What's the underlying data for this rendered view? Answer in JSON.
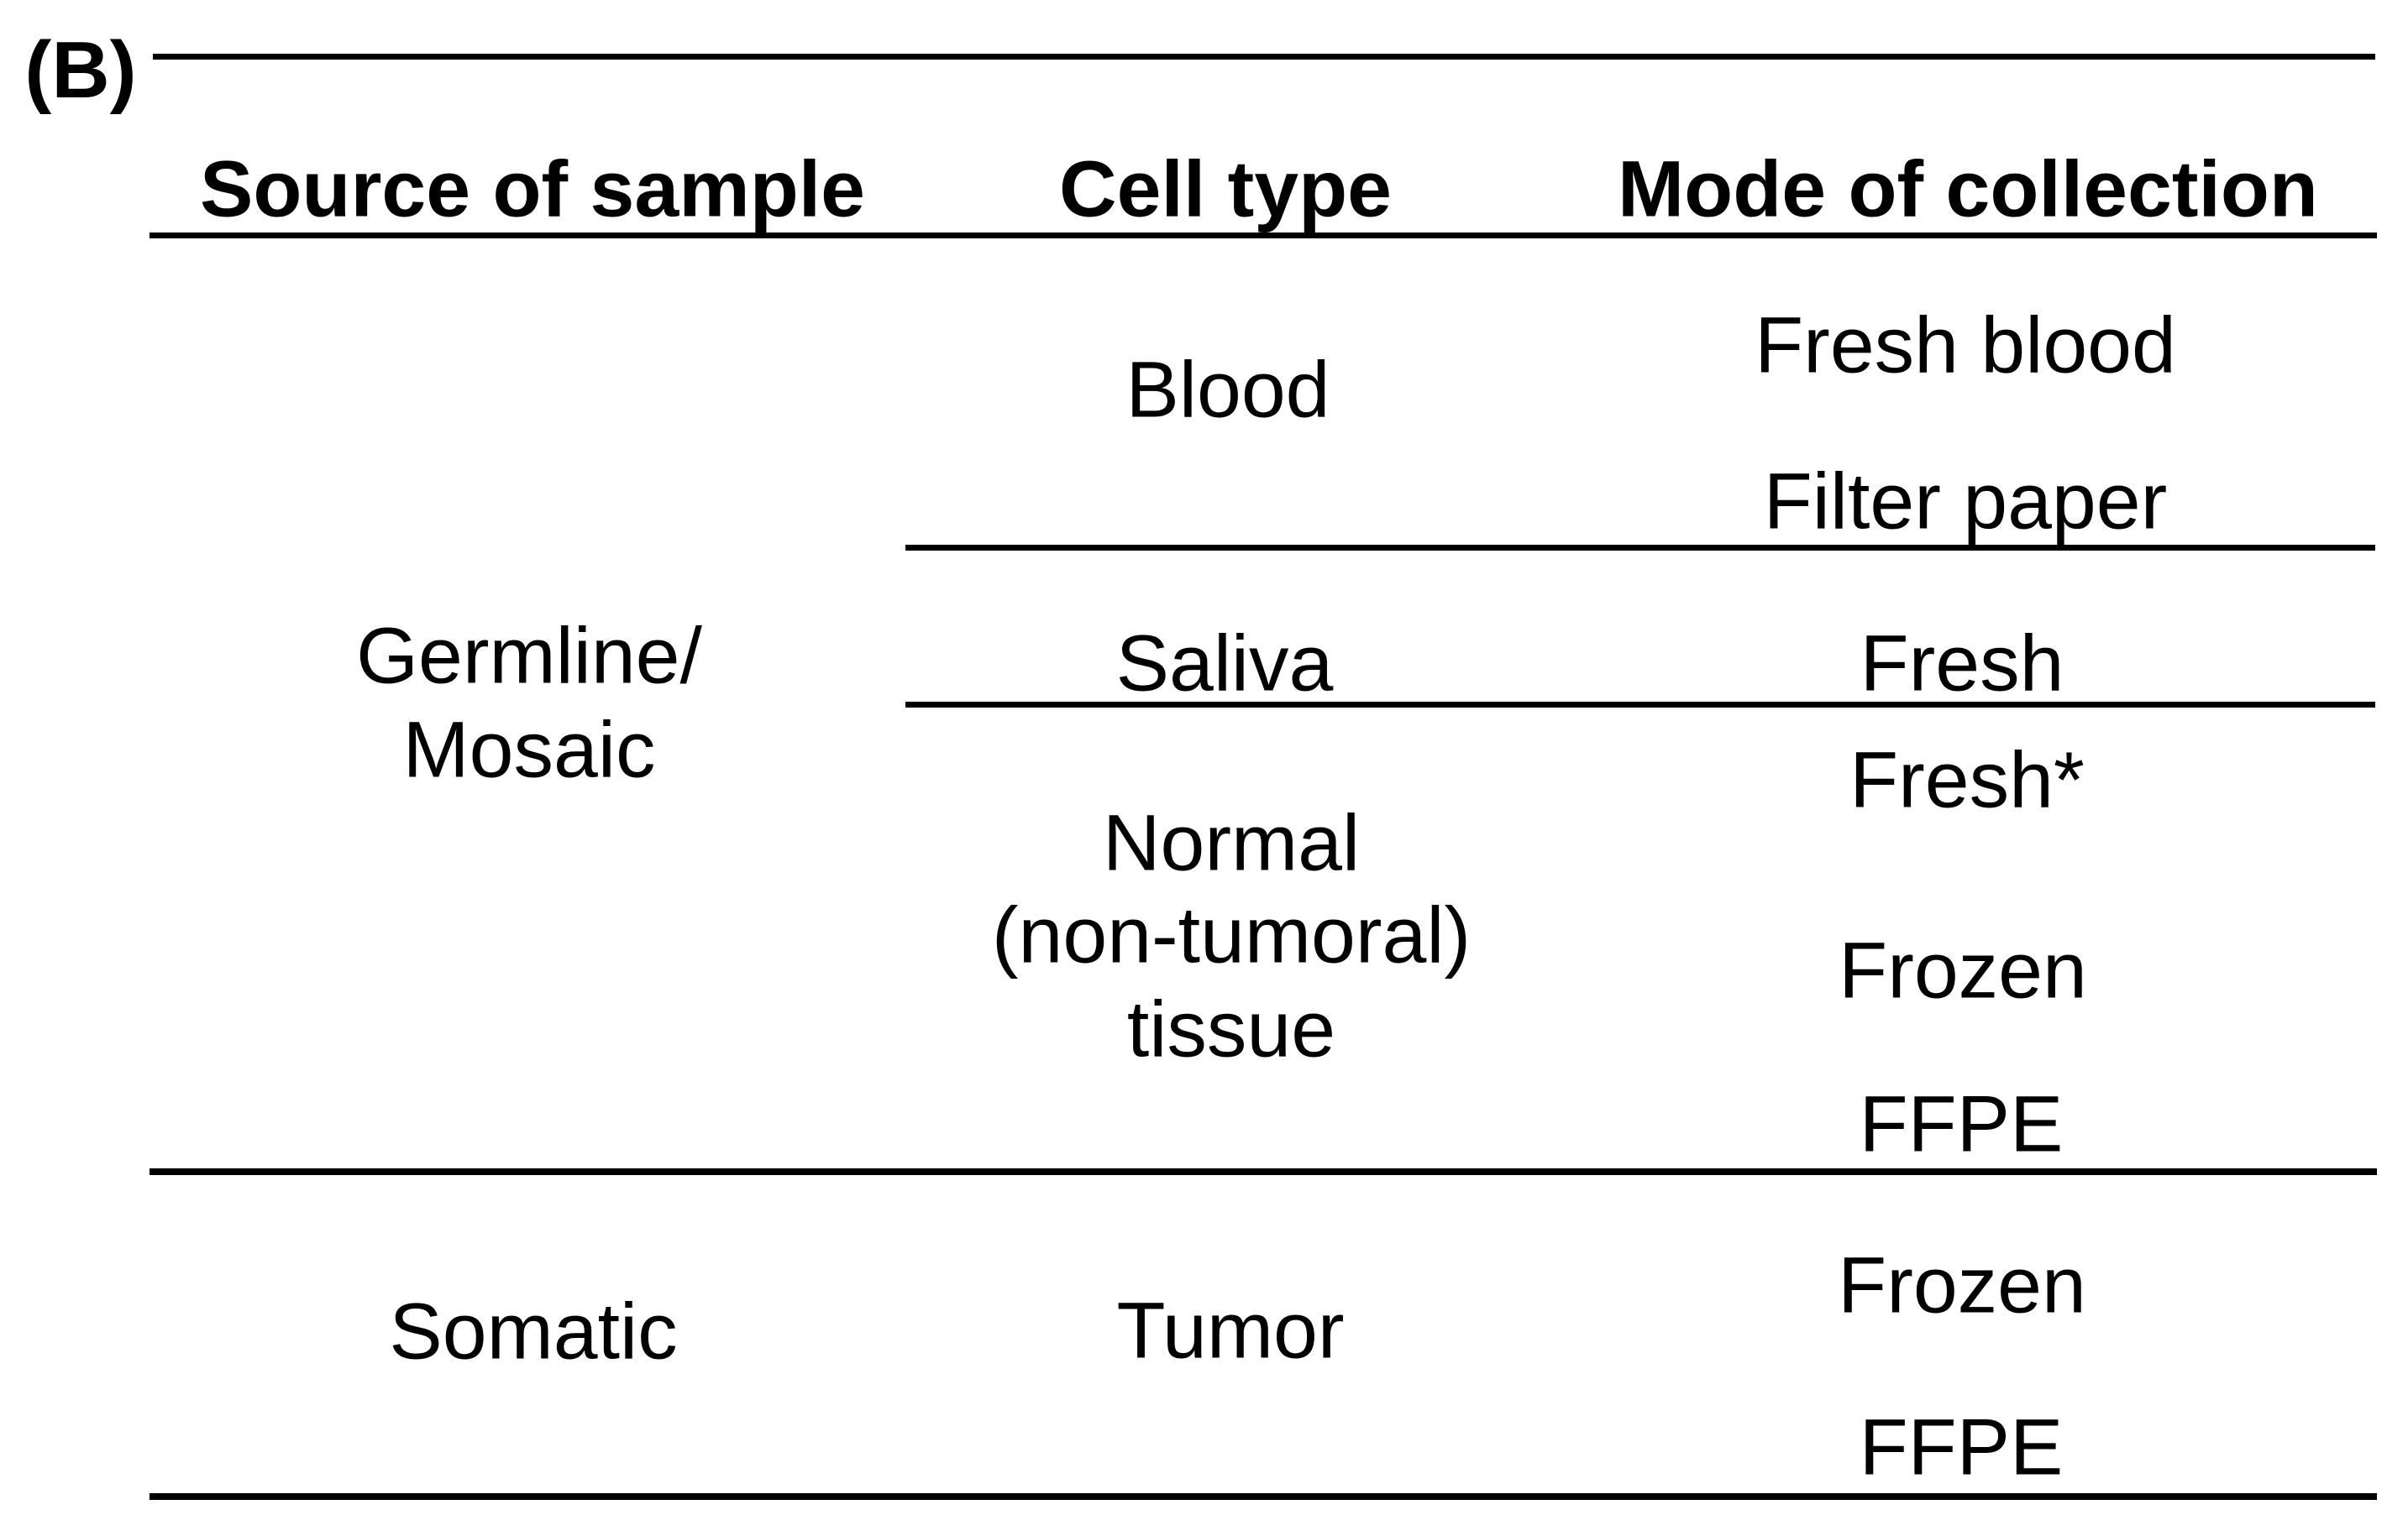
{
  "figure_label": "(B)",
  "table": {
    "columns": [
      {
        "label": "Source of sample"
      },
      {
        "label": "Cell type"
      },
      {
        "label": "Mode of collection"
      }
    ],
    "sections": [
      {
        "name": "germline-mosaic",
        "source_lines": [
          "Germline/",
          "Mosaic"
        ],
        "cell_types": [
          {
            "name_lines": [
              "Blood"
            ],
            "modes": [
              "Fresh blood",
              "Filter paper"
            ]
          },
          {
            "name_lines": [
              "Saliva"
            ],
            "modes": [
              "Fresh"
            ]
          },
          {
            "name_lines": [
              "Normal",
              "(non-tumoral)",
              "tissue"
            ],
            "modes": [
              "Fresh*",
              "Frozen",
              "FFPE"
            ]
          }
        ]
      },
      {
        "name": "somatic",
        "source_lines": [
          "Somatic"
        ],
        "cell_types": [
          {
            "name_lines": [
              "Tumor"
            ],
            "modes": [
              "Frozen",
              "FFPE"
            ]
          }
        ]
      }
    ]
  }
}
